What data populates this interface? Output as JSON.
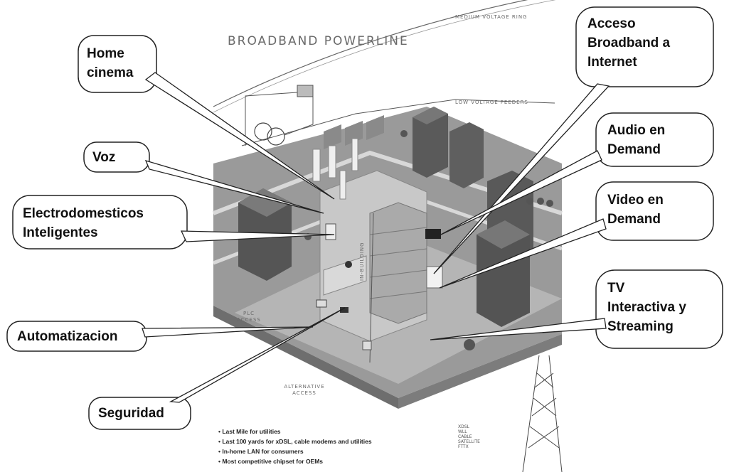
{
  "diagram": {
    "title": "Broadband Powerline",
    "labels": {
      "medium_voltage": "Medium Voltage Ring",
      "low_voltage": "Low Voltage Feeders",
      "plc_access": "PLC Access",
      "alternative_access": "Alternative Access",
      "in_building": "In-Building",
      "tiny_list": "xDSL\nWLL\nCable\nSatellite\nFTTx"
    },
    "bullets": [
      "Last Mile for utilities",
      "Last 100 yards for xDSL, cable modems and utilities",
      "In-home LAN for consumers",
      "Most competitive chipset for OEMs"
    ]
  },
  "callouts": {
    "home_cinema": "Home\ncinema",
    "voz": "Voz",
    "electrodomesticos": "Electrodomesticos\nInteligentes",
    "automatizacion": "Automatizacion",
    "seguridad": "Seguridad",
    "acceso": "Acceso\nBroadband a\nInternet",
    "audio": "Audio en\nDemand",
    "video": "Video en\nDemand",
    "tv": "TV\nInteractiva y\nStreaming"
  }
}
